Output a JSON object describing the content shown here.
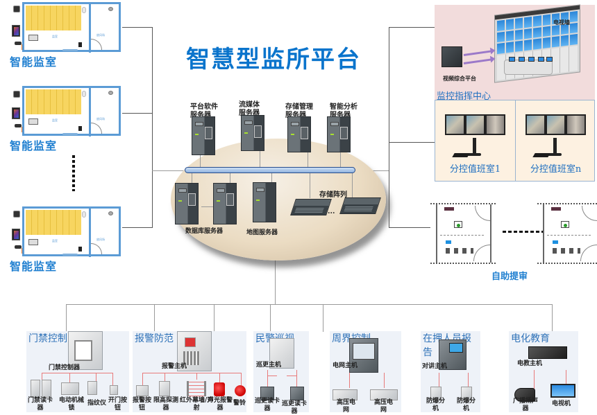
{
  "title": "智慧型监所平台",
  "cells": [
    {
      "label": "智能监室",
      "room_label": "监室",
      "wash_label": "放风场"
    },
    {
      "label": "智能监室",
      "room_label": "监室",
      "wash_label": "放风场"
    },
    {
      "label": "智能监室",
      "room_label": "监室",
      "wash_label": "放风场"
    }
  ],
  "platform": {
    "top_servers": [
      {
        "label_line1": "平台软件",
        "label_line2": "服务器"
      },
      {
        "label_line1": "流媒体",
        "label_line2": "服务器"
      },
      {
        "label_line1": "存储管理",
        "label_line2": "服务器"
      },
      {
        "label_line1": "智能分析",
        "label_line2": "服务器"
      }
    ],
    "db_server_label": "数据库服务器",
    "map_server_label": "地图服务器",
    "storage_array_label": "存储阵列",
    "ellipsis": "..."
  },
  "monitor_center": {
    "title": "监控指挥中心",
    "tv_wall_label": "电视墙",
    "video_platform_label": "视频综合平台",
    "duty_rooms": [
      {
        "label": "分控值班室1"
      },
      {
        "label": "分控值班室n"
      }
    ]
  },
  "self_interrogation": {
    "title": "自助提审"
  },
  "subsystems": [
    {
      "title": "门禁控制",
      "host_label": "门禁控制器",
      "devices": [
        {
          "label_line1": "门禁读卡",
          "label_line2": "器"
        },
        {
          "label_line1": "电动机械",
          "label_line2": "锁"
        },
        {
          "label_line1": "指纹仪",
          "label_line2": ""
        },
        {
          "label_line1": "开门按",
          "label_line2": "钮"
        }
      ]
    },
    {
      "title": "报警防范",
      "host_label": "报警主机",
      "devices": [
        {
          "label_line1": "报警按",
          "label_line2": "钮"
        },
        {
          "label_line1": "限高探测",
          "label_line2": "器"
        },
        {
          "label_line1": "红外幕墙/对",
          "label_line2": "射"
        },
        {
          "label_line1": "声光报警",
          "label_line2": "器"
        },
        {
          "label_line1": "警铃",
          "label_line2": ""
        }
      ]
    },
    {
      "title": "民警巡视",
      "host_label": "巡更主机",
      "devices": [
        {
          "label_line1": "巡更读卡",
          "label_line2": "器"
        },
        {
          "label_line1": "巡更读卡器",
          "label_line2": ""
        }
      ]
    },
    {
      "title": "周界控制",
      "host_label": "电网主机",
      "devices": [
        {
          "label_line1": "高压电",
          "label_line2": "网"
        },
        {
          "label_line1": "高压电",
          "label_line2": "网"
        }
      ]
    },
    {
      "title": "在押人员报告",
      "host_label": "对讲主机",
      "devices": [
        {
          "label_line1": "防爆分",
          "label_line2": "机"
        },
        {
          "label_line1": "防爆分",
          "label_line2": "机"
        }
      ]
    },
    {
      "title": "电化教育",
      "host_label": "电教主机",
      "devices": [
        {
          "label_line1": "广播扬声",
          "label_line2": "器"
        },
        {
          "label_line1": "电视机",
          "label_line2": ""
        }
      ]
    }
  ],
  "colors": {
    "title_blue": "#0a74cc",
    "label_blue": "#1f7fd0",
    "cell_border": "#5b9bd5",
    "bunk_yellow": "#f7d560",
    "monitor_center_bg": "#f2dcdc",
    "duty_room_bg": "#fdf1e1",
    "subsystem_bg": "#eef2f8",
    "wire_red": "#e87a7a"
  }
}
